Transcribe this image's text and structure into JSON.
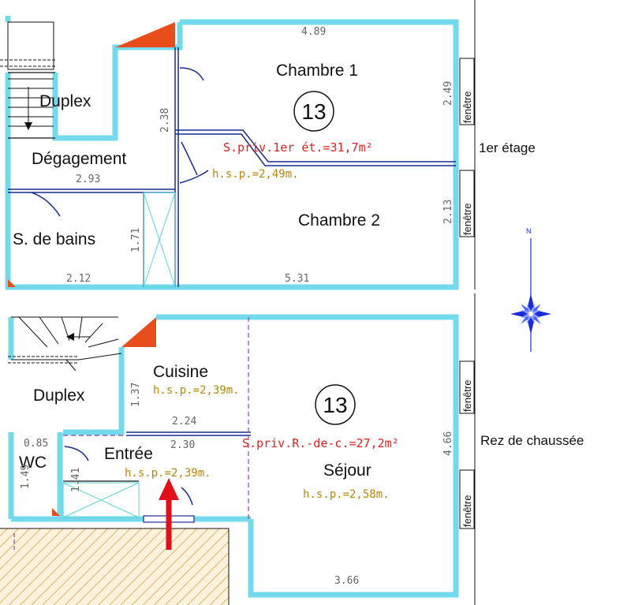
{
  "floors": {
    "upper": {
      "level_label": "1er étage",
      "lot_number": "13",
      "surface_label": "S.priv.1er ét.=31,7m²",
      "height_label": "h.s.p.=2,49m.",
      "rooms": {
        "duplex": "Duplex",
        "degagement": "Dégagement",
        "chambre1": "Chambre 1",
        "chambre2": "Chambre 2",
        "salle_de_bains": "S. de bains"
      },
      "dimensions": {
        "top": "4.89",
        "chambre1_right": "2.49",
        "degagement_vertical": "2.38",
        "degagement_width": "2.93",
        "sdb_height": "1.71",
        "sdb_width": "2.12",
        "bottom": "5.31",
        "chambre2_right": "2.13"
      },
      "windows": [
        "fenêtre",
        "fenêtre"
      ]
    },
    "ground": {
      "level_label": "Rez de chaussée",
      "lot_number": "13",
      "surface_label": "S.priv.R.-de-c.=27,2m²",
      "rooms": {
        "duplex": "Duplex",
        "cuisine": "Cuisine",
        "wc": "WC",
        "entree": "Entrée",
        "sejour": "Séjour"
      },
      "heights": {
        "cuisine": "h.s.p.=2,39m.",
        "entree": "h.s.p.=2,39m.",
        "sejour": "h.s.p.=2,58m."
      },
      "dimensions": {
        "cuisine_height": "1.37",
        "cuisine_width": "2.24",
        "entree_width": "2.30",
        "wc_width": "0.85",
        "wc_height": "1.49",
        "entree_height": "1.41",
        "sejour_right": "4.66",
        "bottom": "3.66"
      },
      "windows": [
        "fenêtre",
        "fenêtre"
      ]
    }
  },
  "compass": {
    "north_label": "N"
  },
  "colors": {
    "wall": "#74d9ea",
    "corner_marker": "#e84e1b",
    "entry_arrow": "#e0101a",
    "surface_text": "#e02020",
    "height_text": "#b8860b",
    "compass": "#1b2bd6"
  }
}
